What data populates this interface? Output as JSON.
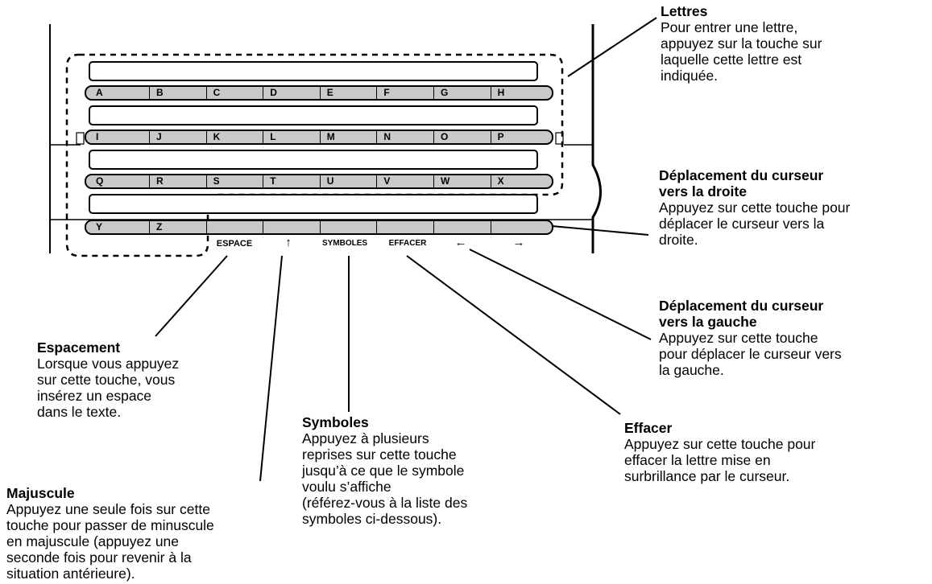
{
  "keyboard": {
    "rows": [
      [
        "A",
        "B",
        "C",
        "D",
        "E",
        "F",
        "G",
        "H"
      ],
      [
        "I",
        "J",
        "K",
        "L",
        "M",
        "N",
        "O",
        "P"
      ],
      [
        "Q",
        "R",
        "S",
        "T",
        "U",
        "V",
        "W",
        "X"
      ],
      [
        "Y",
        "Z",
        "",
        "",
        "",
        "",
        "",
        ""
      ]
    ],
    "function_labels": [
      "ESPACE",
      "↑",
      "SYMBOLES",
      "EFFACER",
      "←",
      "→"
    ]
  },
  "callouts": {
    "lettres": {
      "title": "Lettres",
      "lines": [
        "Pour entrer une lettre,",
        "appuyez sur la touche sur",
        "laquelle cette lettre est",
        "indiquée."
      ]
    },
    "droite": {
      "title_lines": [
        "Déplacement du curseur",
        "vers la droite"
      ],
      "lines": [
        "Appuyez sur cette touche pour",
        "déplacer le curseur vers la",
        "droite."
      ]
    },
    "gauche": {
      "title_lines": [
        "Déplacement du curseur",
        "vers la gauche"
      ],
      "lines": [
        "Appuyez sur cette touche",
        "pour déplacer le curseur vers",
        "la gauche."
      ]
    },
    "espacement": {
      "title": "Espacement",
      "lines": [
        "Lorsque vous appuyez",
        "sur cette touche, vous",
        "insérez un espace",
        "dans le texte."
      ]
    },
    "majuscule": {
      "title": "Majuscule",
      "lines": [
        "Appuyez une seule fois sur cette",
        "touche pour passer de minuscule",
        "en majuscule (appuyez une",
        "seconde fois pour revenir à la",
        "situation antérieure)."
      ]
    },
    "symboles": {
      "title": "Symboles",
      "lines": [
        "Appuyez à plusieurs",
        "reprises sur cette touche",
        "jusqu’à ce que le symbole",
        "voulu s’affiche",
        "(référez-vous à la liste des",
        "symboles ci-dessous)."
      ]
    },
    "effacer": {
      "title": "Effacer",
      "lines": [
        "Appuyez sur cette touche pour",
        "effacer la lettre mise en",
        "surbrillance par le curseur."
      ]
    }
  }
}
